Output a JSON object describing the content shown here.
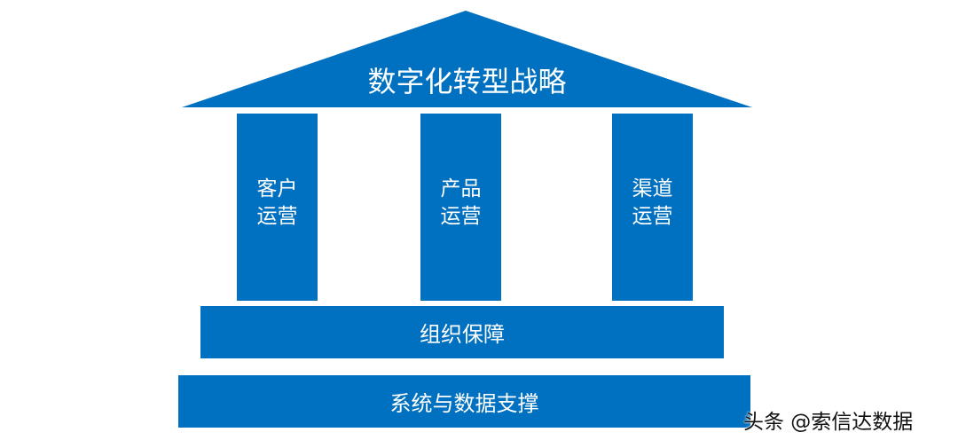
{
  "diagram": {
    "type": "temple-framework",
    "accent_color": "#0070C0",
    "roof": {
      "label": "数字化转型战略"
    },
    "pillars": [
      {
        "label": "客户运营"
      },
      {
        "label": "产品运营"
      },
      {
        "label": "渠道运营"
      }
    ],
    "foundation": [
      {
        "label": "组织保障"
      },
      {
        "label": "系统与数据支撑"
      }
    ]
  },
  "watermark": {
    "text": "头条 @索信达数据"
  }
}
